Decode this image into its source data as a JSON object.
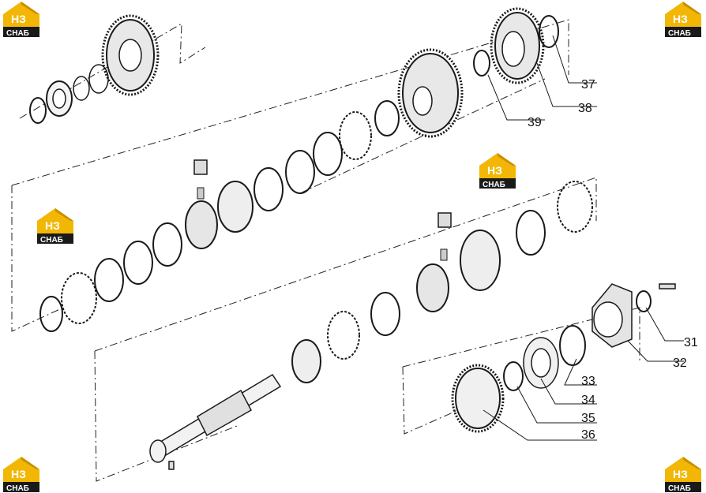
{
  "watermark": {
    "top_text": "НЗ",
    "bottom_text": "СНАБ",
    "colors": {
      "roof": "#f2b705",
      "roof_dark": "#c98f00",
      "plate": "#1a1a1a",
      "text": "#ffffff"
    }
  },
  "callouts": [
    {
      "label": "31"
    },
    {
      "label": "32"
    },
    {
      "label": "33"
    },
    {
      "label": "34"
    },
    {
      "label": "35"
    },
    {
      "label": "36"
    },
    {
      "label": "37"
    },
    {
      "label": "38"
    },
    {
      "label": "39"
    }
  ],
  "colors": {
    "line": "#1a1a1a",
    "fill_light": "#f4f4f4",
    "fill_mid": "#d6d6d6"
  }
}
